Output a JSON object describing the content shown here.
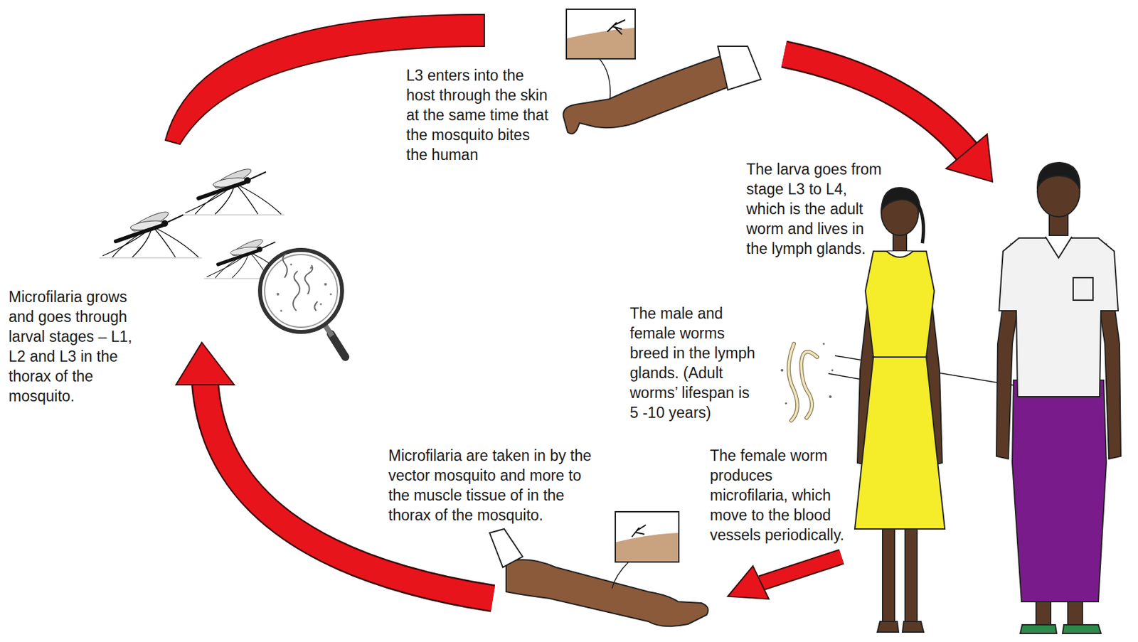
{
  "diagram": {
    "labels": [
      "L3 enters into the host through the skin at the same time that the mosquito bites the human",
      "The larva goes from stage L3 to L4, which is the adult worm and lives in the lymph glands.",
      "The male and female worms breed in the lymph glands. (Adult worms’ lifespan is 5 -10 years)",
      "The female worm produces microfilaria, which move to the blood vessels periodically.",
      "Microfilaria are taken in by the vector mosquito and more to the muscle tissue of in the thorax of the mosquito.",
      "Microfilaria grows and goes through larval stages – L1, L2 and L3 in the thorax of the mosquito."
    ]
  }
}
